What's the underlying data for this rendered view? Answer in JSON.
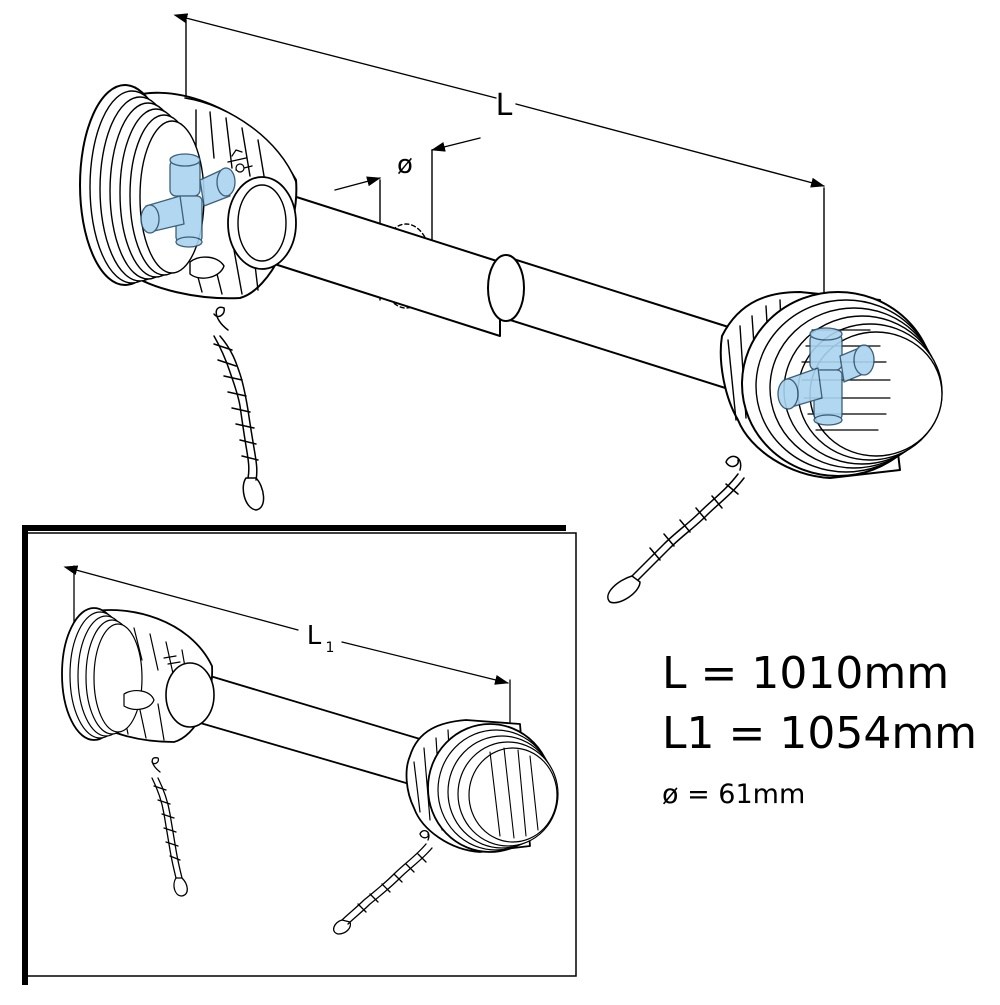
{
  "main_drawing": {
    "length_label": "L",
    "diameter_label": "ø"
  },
  "inset_drawing": {
    "length_label": "L",
    "length_subscript": "1"
  },
  "specs": {
    "l_text": "L = 1010mm",
    "l1_text": "L1 = 1054mm",
    "diameter_text": "ø = 61mm"
  },
  "colors": {
    "joint_blue": "#a9d3f0",
    "line": "#000000",
    "background": "#ffffff"
  }
}
